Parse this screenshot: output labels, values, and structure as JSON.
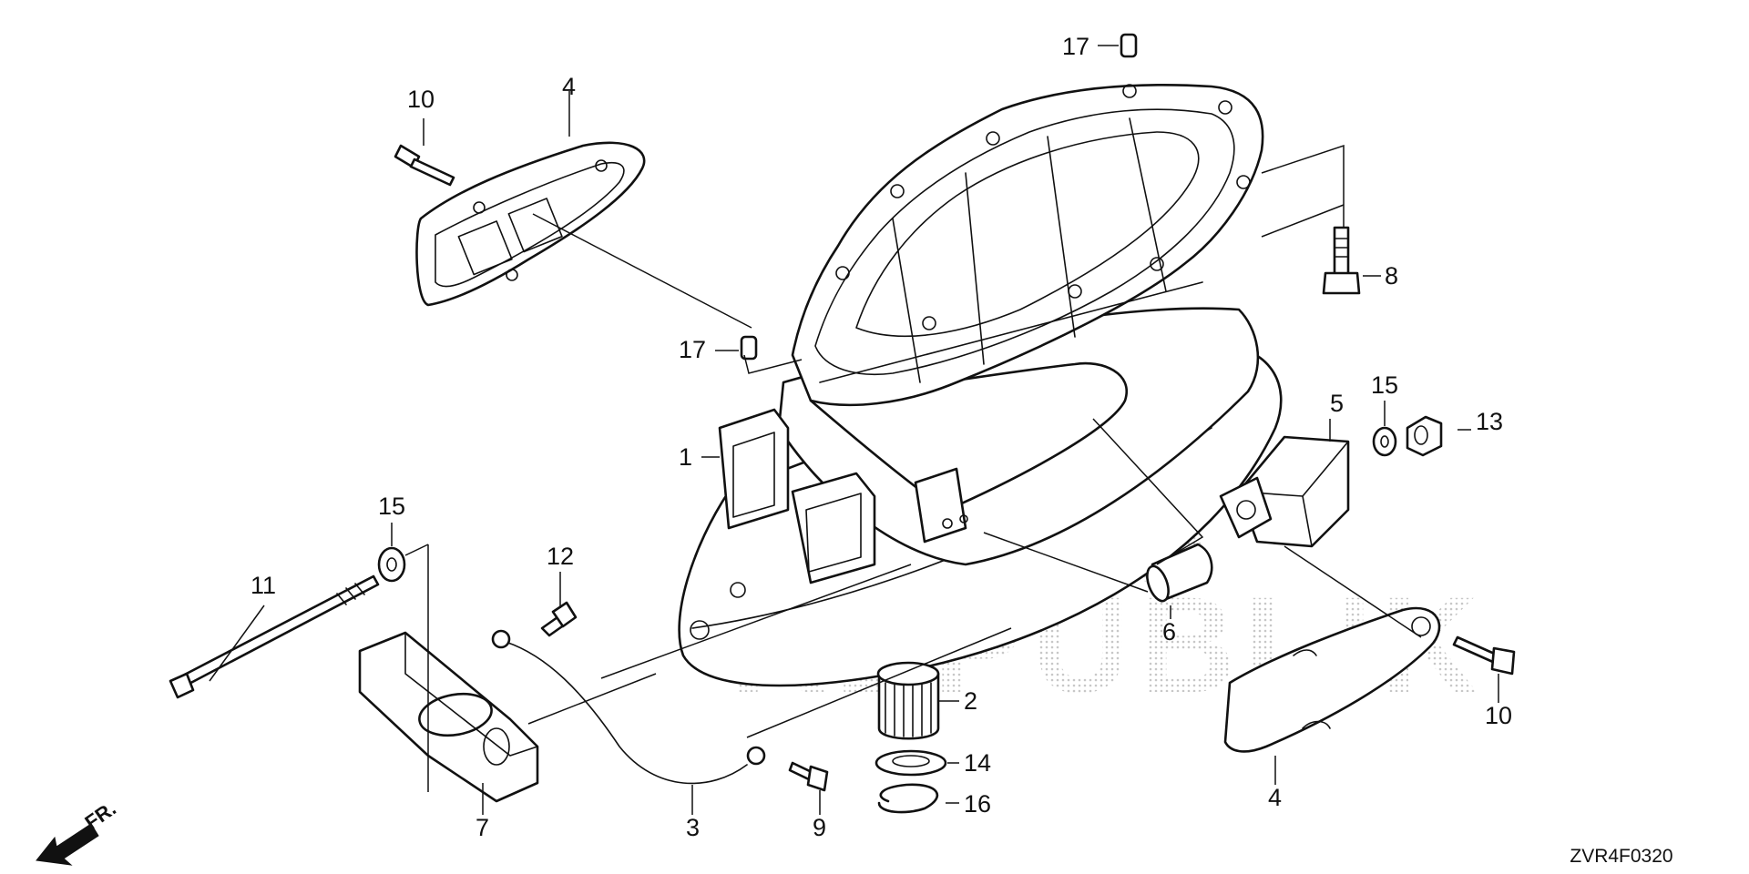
{
  "diagram": {
    "watermark": "PARTS REPUBLIK",
    "drawing_code": "ZVR4F0320",
    "direction_label": "FR.",
    "callouts": [
      {
        "key": "p1",
        "label": "1"
      },
      {
        "key": "p2",
        "label": "2"
      },
      {
        "key": "p3",
        "label": "3"
      },
      {
        "key": "p4a",
        "label": "4"
      },
      {
        "key": "p4b",
        "label": "4"
      },
      {
        "key": "p5",
        "label": "5"
      },
      {
        "key": "p6",
        "label": "6"
      },
      {
        "key": "p7",
        "label": "7"
      },
      {
        "key": "p8",
        "label": "8"
      },
      {
        "key": "p9",
        "label": "9"
      },
      {
        "key": "p10a",
        "label": "10"
      },
      {
        "key": "p10b",
        "label": "10"
      },
      {
        "key": "p11",
        "label": "11"
      },
      {
        "key": "p12",
        "label": "12"
      },
      {
        "key": "p13",
        "label": "13"
      },
      {
        "key": "p14",
        "label": "14"
      },
      {
        "key": "p15a",
        "label": "15"
      },
      {
        "key": "p15b",
        "label": "15"
      },
      {
        "key": "p16",
        "label": "16"
      },
      {
        "key": "p17a",
        "label": "17"
      },
      {
        "key": "p17b",
        "label": "17"
      }
    ]
  }
}
